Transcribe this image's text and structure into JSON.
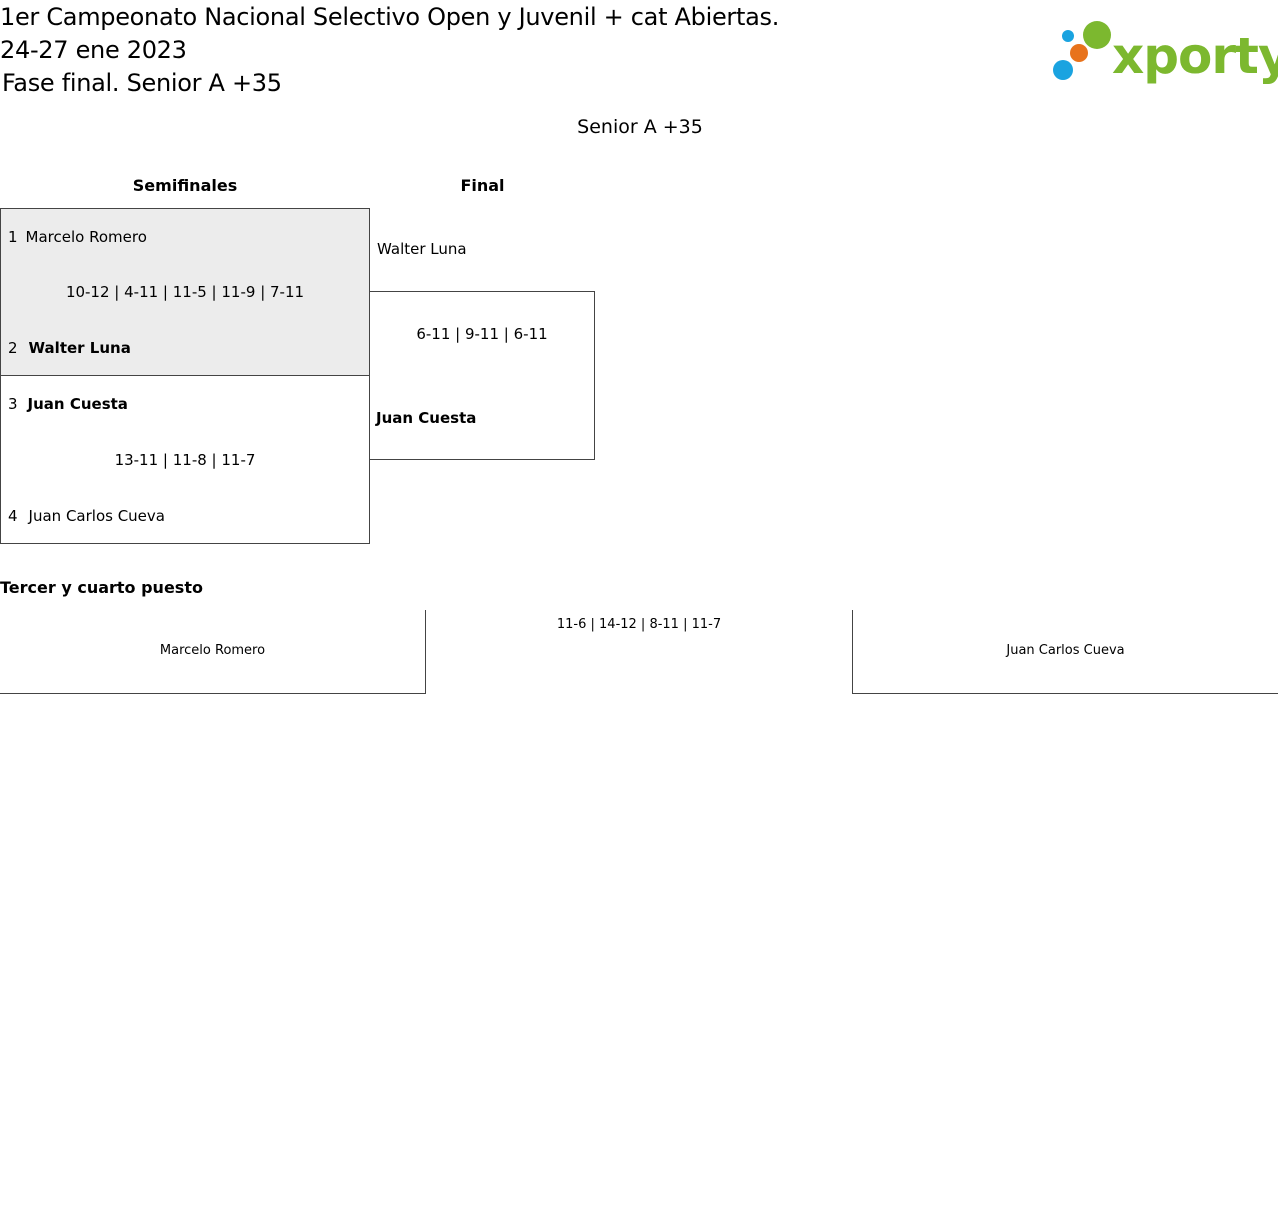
{
  "header": {
    "title_line1": "1er Campeonato Nacional Selectivo Open y Juvenil + cat Abiertas.",
    "title_line2": "24-27 ene 2023",
    "title_line3": "Fase final. Senior A +35"
  },
  "logo": {
    "text": "xporty",
    "colors": {
      "green": "#7cb82f",
      "orange": "#e8731c",
      "blue": "#1aa3e0"
    }
  },
  "category_title": "Senior A +35",
  "rounds": {
    "semifinals_label": "Semifinales",
    "final_label": "Final"
  },
  "semifinals": [
    {
      "player1": {
        "seed": "1",
        "name": "Marcelo Romero",
        "winner": false
      },
      "score": "10-12 | 4-11 | 11-5 | 11-9 | 7-11",
      "player2": {
        "seed": "2",
        "name": "Walter Luna",
        "winner": true
      }
    },
    {
      "player1": {
        "seed": "3",
        "name": "Juan Cuesta",
        "winner": true
      },
      "score": "13-11 | 11-8 | 11-7",
      "player2": {
        "seed": "4",
        "name": "Juan Carlos Cueva",
        "winner": false
      }
    }
  ],
  "final": {
    "player1": {
      "name": "Walter Luna",
      "winner": false
    },
    "score": "6-11 | 9-11 | 6-11",
    "player2": {
      "name": "Juan Cuesta",
      "winner": true
    }
  },
  "third_place": {
    "label": "Tercer y cuarto puesto",
    "player1": "Marcelo Romero",
    "score": "11-6 | 14-12 | 8-11 | 11-7",
    "player2": "Juan Carlos Cueva"
  }
}
